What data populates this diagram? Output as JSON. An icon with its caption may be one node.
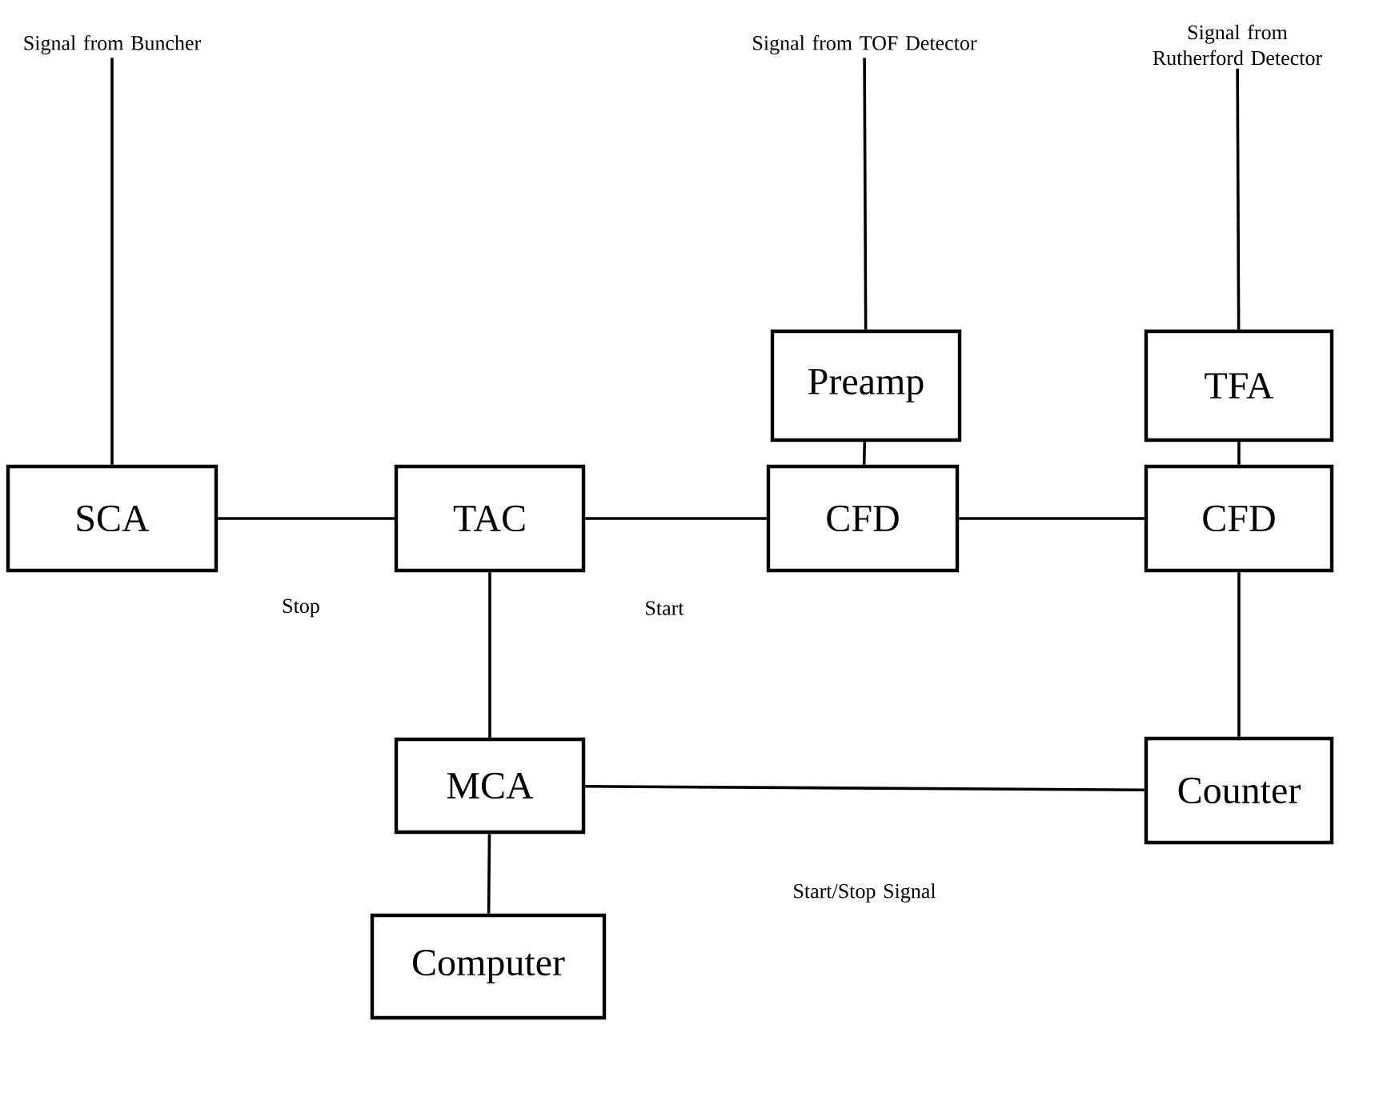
{
  "diagram": {
    "nodes": [
      {
        "text": [
          "Signal from Buncher"
        ]
      },
      {
        "text": [
          "Signal from TOF Detector"
        ]
      },
      {
        "text": [
          "Signal from Rutherford Detector"
        ]
      },
      {
        "text": [
          "Preamp"
        ]
      },
      {
        "text": [
          "TFA"
        ]
      },
      {
        "text": [
          "SCA"
        ]
      },
      {
        "text": [
          "TAC"
        ]
      },
      {
        "text": [
          "CFD"
        ]
      },
      {
        "text": [
          "CFD"
        ]
      },
      {
        "text": [
          "MCA"
        ]
      },
      {
        "text": [
          "Counter"
        ]
      },
      {
        "text": [
          "Computer"
        ]
      }
    ],
    "edges": [
      {
        "from": 0,
        "to": 5,
        "arrow": "none"
      },
      {
        "from": 1,
        "to": 3,
        "arrow": "none"
      },
      {
        "from": 2,
        "to": 4,
        "arrow": "none"
      },
      {
        "from": 3,
        "to": 7,
        "arrow": "none"
      },
      {
        "from": 4,
        "to": 8,
        "arrow": "none"
      },
      {
        "from": 5,
        "to": 6,
        "arrow": "none",
        "label": "Stop"
      },
      {
        "from": 7,
        "to": 6,
        "arrow": "none",
        "label": "Start"
      },
      {
        "from": 7,
        "to": 8,
        "arrow": "none"
      },
      {
        "from": 6,
        "to": 9,
        "arrow": "none"
      },
      {
        "from": 8,
        "to": 10,
        "arrow": "none"
      },
      {
        "from": 10,
        "to": 9,
        "arrow": "none",
        "label": "Start/Stop Signal"
      },
      {
        "from": 9,
        "to": 11,
        "arrow": "none"
      }
    ]
  }
}
